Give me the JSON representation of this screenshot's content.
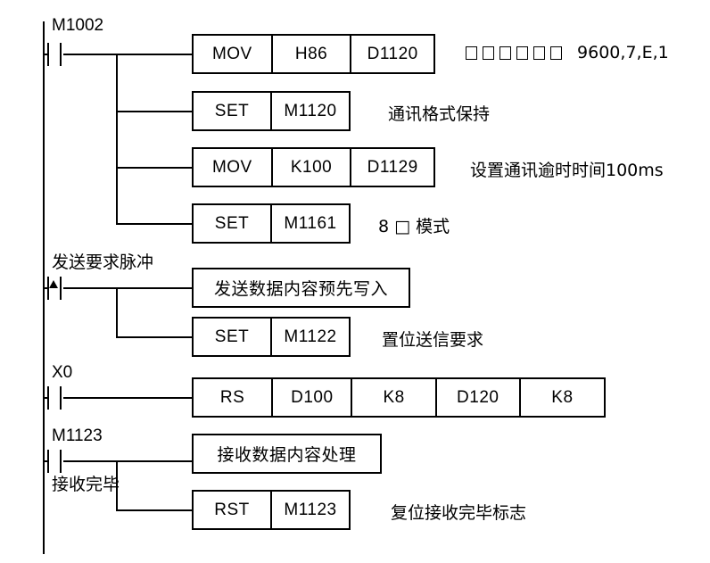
{
  "diagram": {
    "title": "PLC Ladder Diagram - RS Communication",
    "rungs": [
      {
        "id": "rung-1",
        "contact_label": "M1002",
        "contact_type": "NO",
        "instructions": [
          {
            "id": "mov-h86",
            "cells": [
              "MOV",
              "H86",
              "D1120"
            ]
          },
          {
            "id": "set-m1120",
            "cells": [
              "SET",
              "M1120"
            ]
          },
          {
            "id": "mov-k100",
            "cells": [
              "MOV",
              "K100",
              "D1129"
            ]
          },
          {
            "id": "set-m1161",
            "cells": [
              "SET",
              "M1161"
            ]
          }
        ],
        "comments": [
          {
            "id": "comment-baud",
            "text": "9600,7,E,1",
            "prefix_squares": 6
          },
          {
            "id": "comment-format-hold",
            "text": "通讯格式保持"
          },
          {
            "id": "comment-timeout",
            "text": "设置通讯逾时时间100ms"
          },
          {
            "id": "comment-8bit",
            "text": "8 □ 模式"
          }
        ]
      },
      {
        "id": "rung-2",
        "contact_label": "发送要求脉冲",
        "contact_type": "rising-pulse",
        "instructions": [
          {
            "id": "send-data-block",
            "cells": [
              "发送数据内容预先写入"
            ]
          },
          {
            "id": "set-m1122",
            "cells": [
              "SET",
              "M1122"
            ]
          }
        ],
        "comments": [
          {
            "id": "comment-set-send",
            "text": "置位送信要求"
          }
        ]
      },
      {
        "id": "rung-3",
        "contact_label": "X0",
        "contact_type": "NO",
        "instructions": [
          {
            "id": "rs-instruction",
            "cells": [
              "RS",
              "D100",
              "K8",
              "D120",
              "K8"
            ]
          }
        ],
        "comments": []
      },
      {
        "id": "rung-4",
        "contact_label": "M1123",
        "contact_label_2": "接收完毕",
        "contact_type": "NO",
        "instructions": [
          {
            "id": "recv-data-block",
            "cells": [
              "接收数据内容处理"
            ]
          },
          {
            "id": "rst-m1123",
            "cells": [
              "RST",
              "M1123"
            ]
          }
        ],
        "comments": [
          {
            "id": "comment-reset-recv",
            "text": "复位接收完毕标志"
          }
        ]
      }
    ]
  },
  "colors": {
    "line": "#000000",
    "background": "#ffffff"
  }
}
